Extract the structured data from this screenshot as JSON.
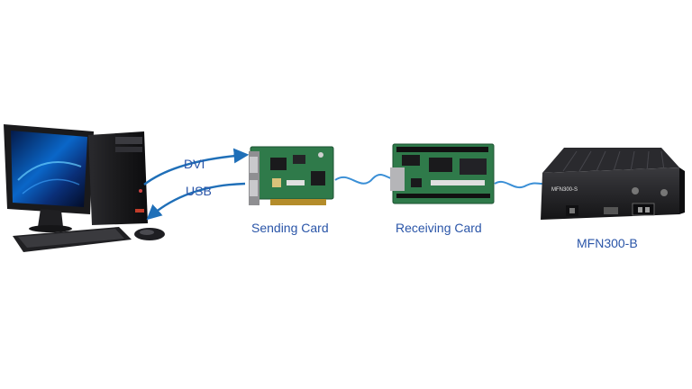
{
  "colors": {
    "label": "#2a55a8",
    "connector": "#3a8fd6",
    "arrow": "#1f6fb8",
    "pcb": "#2f7a4a",
    "device": "#1c1c1e"
  },
  "connections": [
    {
      "label": "DVI",
      "direction": "pc-to-sending-card"
    },
    {
      "label": "USB",
      "direction": "sending-card-to-pc"
    }
  ],
  "nodes": {
    "pc": {
      "icon": "desktop-computer-icon"
    },
    "sending_card": {
      "label": "Sending Card",
      "icon": "pcb-card-icon"
    },
    "receiving_card": {
      "label": "Receiving Card",
      "icon": "pcb-card-icon"
    },
    "mfn": {
      "label": "MFN300-B",
      "device_text": "MFN300-S",
      "icon": "media-box-icon"
    }
  }
}
